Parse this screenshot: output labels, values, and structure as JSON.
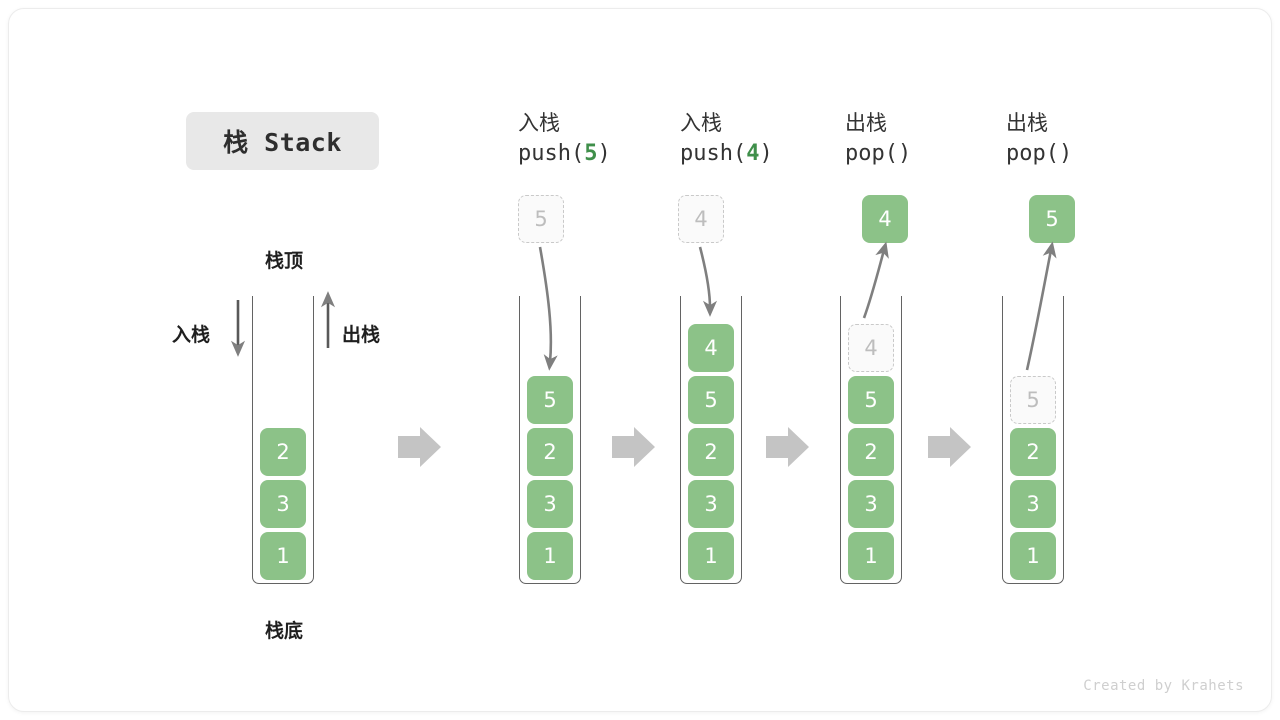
{
  "title": {
    "text": "栈 Stack"
  },
  "credit": {
    "text": "Created by Krahets"
  },
  "labels": {
    "top": "栈顶",
    "bottom": "栈底",
    "push_side": "入栈",
    "pop_side": "出栈"
  },
  "colors": {
    "element_green": "#8cc288",
    "ghost_border": "#c9c9c9",
    "ghost_fill": "#fafafa",
    "ghost_text": "#bdbdbd",
    "container_stroke": "#636363",
    "flow_arrow": "#c4c4c4",
    "motion_arrow": "#7f7f7f",
    "accent_text_green": "#3f8f4a",
    "title_pill_bg": "#e8e8e8",
    "card_border": "#ececec"
  },
  "stages": [
    {
      "id": "initial",
      "head_cn": "",
      "head_op": "",
      "stack": [
        "2",
        "3",
        "1"
      ],
      "ghost_top": null,
      "float_box": null
    },
    {
      "id": "push-5",
      "head_cn": "入栈",
      "head_op_prefix": "push(",
      "head_op_value": "5",
      "head_op_suffix": ")",
      "stack": [
        "5",
        "2",
        "3",
        "1"
      ],
      "ghost_top": null,
      "float_box": {
        "value": "5",
        "style": "ghost"
      }
    },
    {
      "id": "push-4",
      "head_cn": "入栈",
      "head_op_prefix": "push(",
      "head_op_value": "4",
      "head_op_suffix": ")",
      "stack": [
        "4",
        "5",
        "2",
        "3",
        "1"
      ],
      "ghost_top": null,
      "float_box": {
        "value": "4",
        "style": "ghost"
      }
    },
    {
      "id": "pop-4",
      "head_cn": "出栈",
      "head_op_prefix": "pop(",
      "head_op_value": "",
      "head_op_suffix": ")",
      "stack": [
        "5",
        "2",
        "3",
        "1"
      ],
      "ghost_top": "4",
      "float_box": {
        "value": "4",
        "style": "solid"
      }
    },
    {
      "id": "pop-5",
      "head_cn": "出栈",
      "head_op_prefix": "pop(",
      "head_op_value": "",
      "head_op_suffix": ")",
      "stack": [
        "2",
        "3",
        "1"
      ],
      "ghost_top": "5",
      "float_box": {
        "value": "5",
        "style": "solid"
      }
    }
  ]
}
